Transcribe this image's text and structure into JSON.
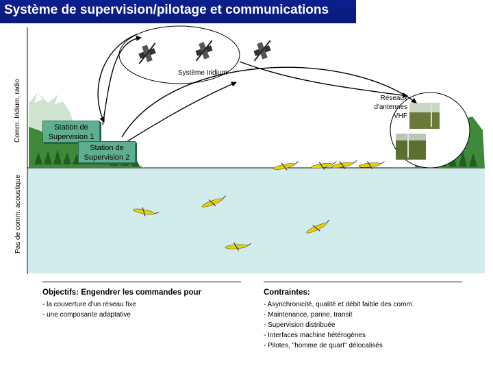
{
  "title": "Système de supervision/pilotage et communications",
  "side_labels": {
    "upper": "Comm. Iridium, radio",
    "lower": "Pas de comm. acoustique"
  },
  "iridium": {
    "label": "Système Iridium",
    "satellite_count": 3
  },
  "vhf": {
    "line1": "Réseaux",
    "line2": "d'antennes",
    "line3": "VHF"
  },
  "stations": [
    {
      "line1": "Station de",
      "line2": "Supervision 1"
    },
    {
      "line1": "Station de",
      "line2": "Supervision 2"
    }
  ],
  "gliders": {
    "surface_count": 4,
    "underwater_count": 4
  },
  "objectives": {
    "title": "Objectifs: Engendrer les commandes pour",
    "items": [
      "- la couverture d'un réseau fixe",
      "- une composante adaptative"
    ]
  },
  "constraints": {
    "title": "Contraintes:",
    "items": [
      "- Asynchronicité, qualité et débit faible des comm.",
      "- Maintenance, panne, transit",
      "- Supervision distribuée",
      "- Interfaces machine hétérogènes",
      "- Pilotes, \"homme de quart\" délocalisés"
    ]
  },
  "colors": {
    "title_bar": "#0b1f8f",
    "sea": "#d2ecec",
    "station": "#5fae8f",
    "glider": "#e6d200",
    "land": "#3f8a3a"
  }
}
